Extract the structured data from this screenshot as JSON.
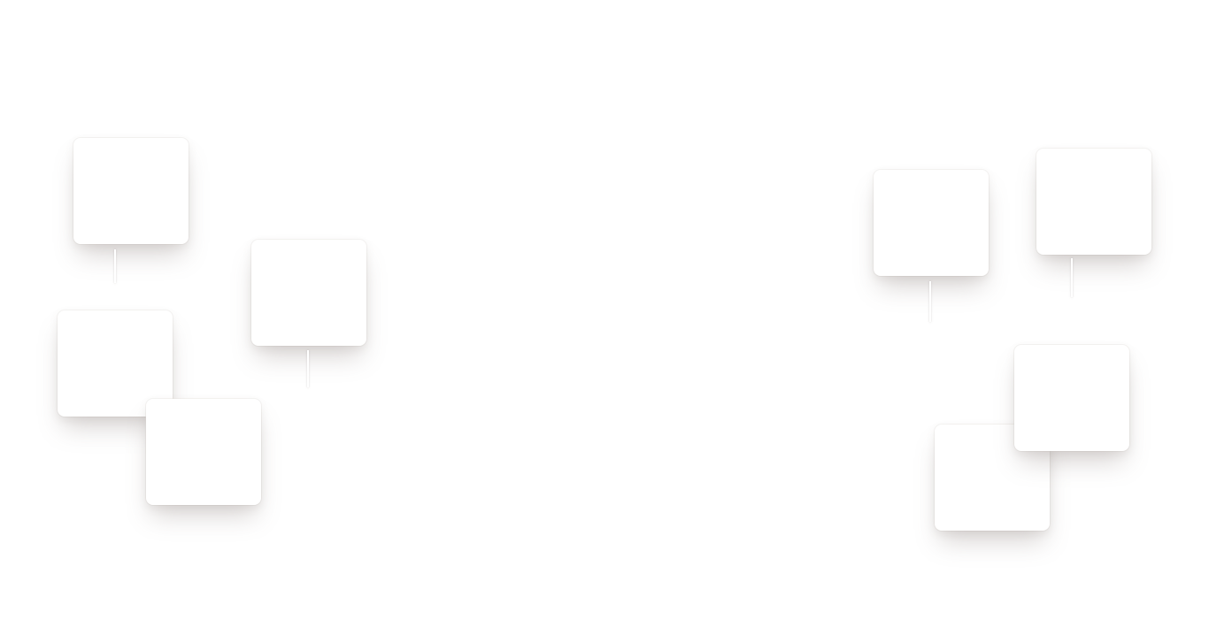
{
  "page": {
    "background_color": "#ffffff",
    "card_color": "#ffffff",
    "shadow_color": "#786964"
  },
  "left_cluster": {
    "cards": [
      {
        "id": "card-1"
      },
      {
        "id": "card-2"
      },
      {
        "id": "card-3"
      },
      {
        "id": "card-4"
      }
    ]
  },
  "right_cluster": {
    "cards": [
      {
        "id": "card-5"
      },
      {
        "id": "card-6"
      },
      {
        "id": "card-7"
      },
      {
        "id": "card-8"
      }
    ]
  }
}
